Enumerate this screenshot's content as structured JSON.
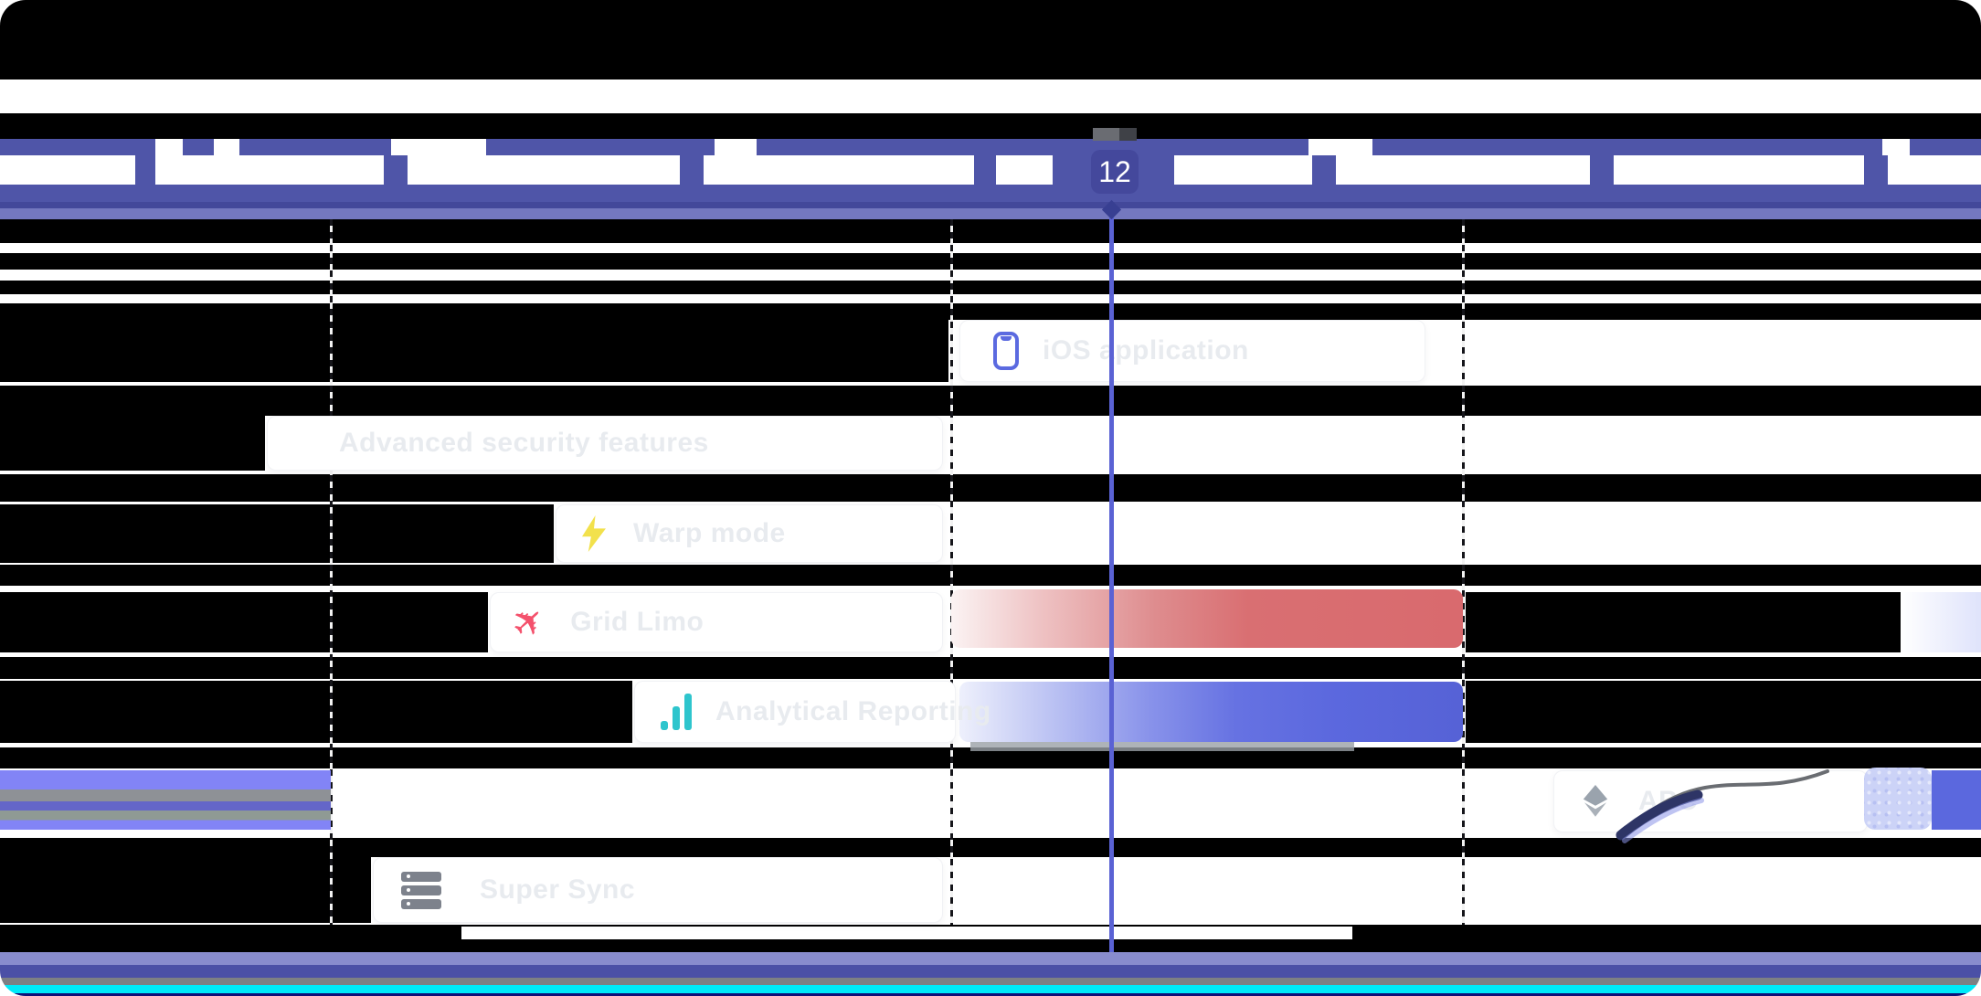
{
  "header": {
    "today_day": "12",
    "band_color": "#4f55a8",
    "badge_color": "#44489c",
    "today_line_color": "#5a62d4"
  },
  "tasks": [
    {
      "label": "iOS application",
      "icon": "phone-icon",
      "icon_color": "#5b6ae0"
    },
    {
      "label": "Advanced security features",
      "icon": "none",
      "icon_color": ""
    },
    {
      "label": "Warp mode",
      "icon": "lightning-icon",
      "icon_color": "#f2e14c"
    },
    {
      "label": "Grid Limo",
      "icon": "plane-icon",
      "icon_color": "#f4516c"
    },
    {
      "label": "Analytical Reporting",
      "icon": "bar-chart-icon",
      "icon_color": "#2ec5cd"
    },
    {
      "label": "APC",
      "icon": "layers-icon",
      "icon_color": "#9aa3ad"
    },
    {
      "label": "Super Sync",
      "icon": "server-icon",
      "icon_color": "#7d828c"
    }
  ],
  "bars": {
    "red_bar_color": "#d96a6e",
    "blue_bar_color": "#5b68de"
  },
  "footer_bands": {
    "light_purple": "#888ccd",
    "indigo": "#4b50a6",
    "gray": "#7d8084",
    "cyan": "#00eaf8",
    "navy": "#101178"
  }
}
